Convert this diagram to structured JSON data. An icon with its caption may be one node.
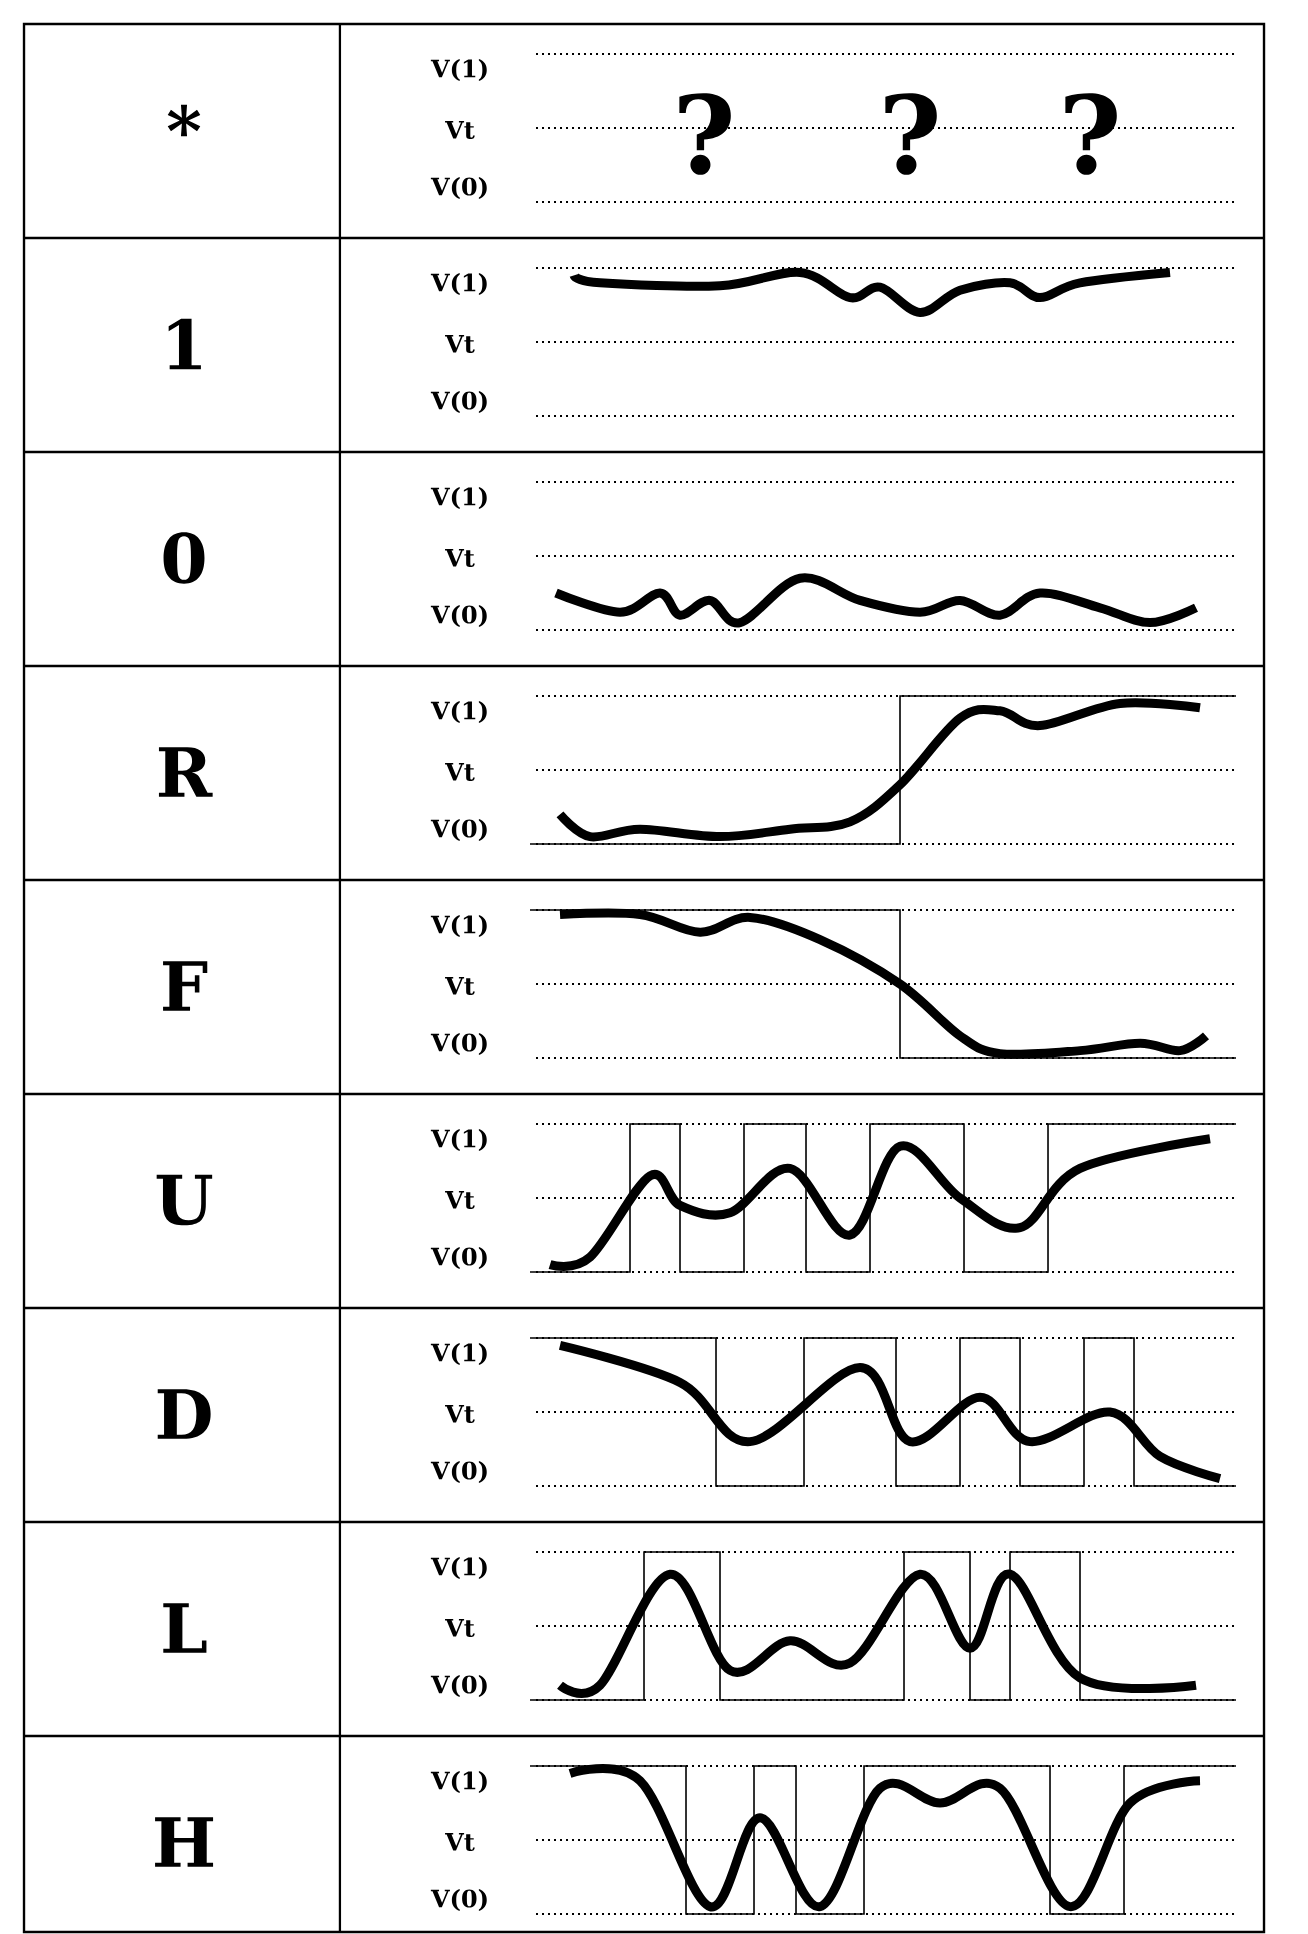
{
  "diagram": {
    "labels": [
      "*",
      "V(1)",
      "Vt",
      "V(0)",
      "?",
      "?",
      "?",
      "1",
      "V(1)",
      "Vt",
      "V(0)",
      "0",
      "V(1)",
      "Vt",
      "V(0)",
      "R",
      "V(1)",
      "Vt",
      "V(0)",
      "F",
      "V(1)",
      "Vt",
      "V(0)",
      "U",
      "V(1)",
      "Vt",
      "V(0)",
      "D",
      "V(1)",
      "Vt",
      "V(0)",
      "L",
      "V(1)",
      "Vt",
      "V(0)",
      "H",
      "V(1)",
      "Vt",
      "V(0)"
    ]
  }
}
